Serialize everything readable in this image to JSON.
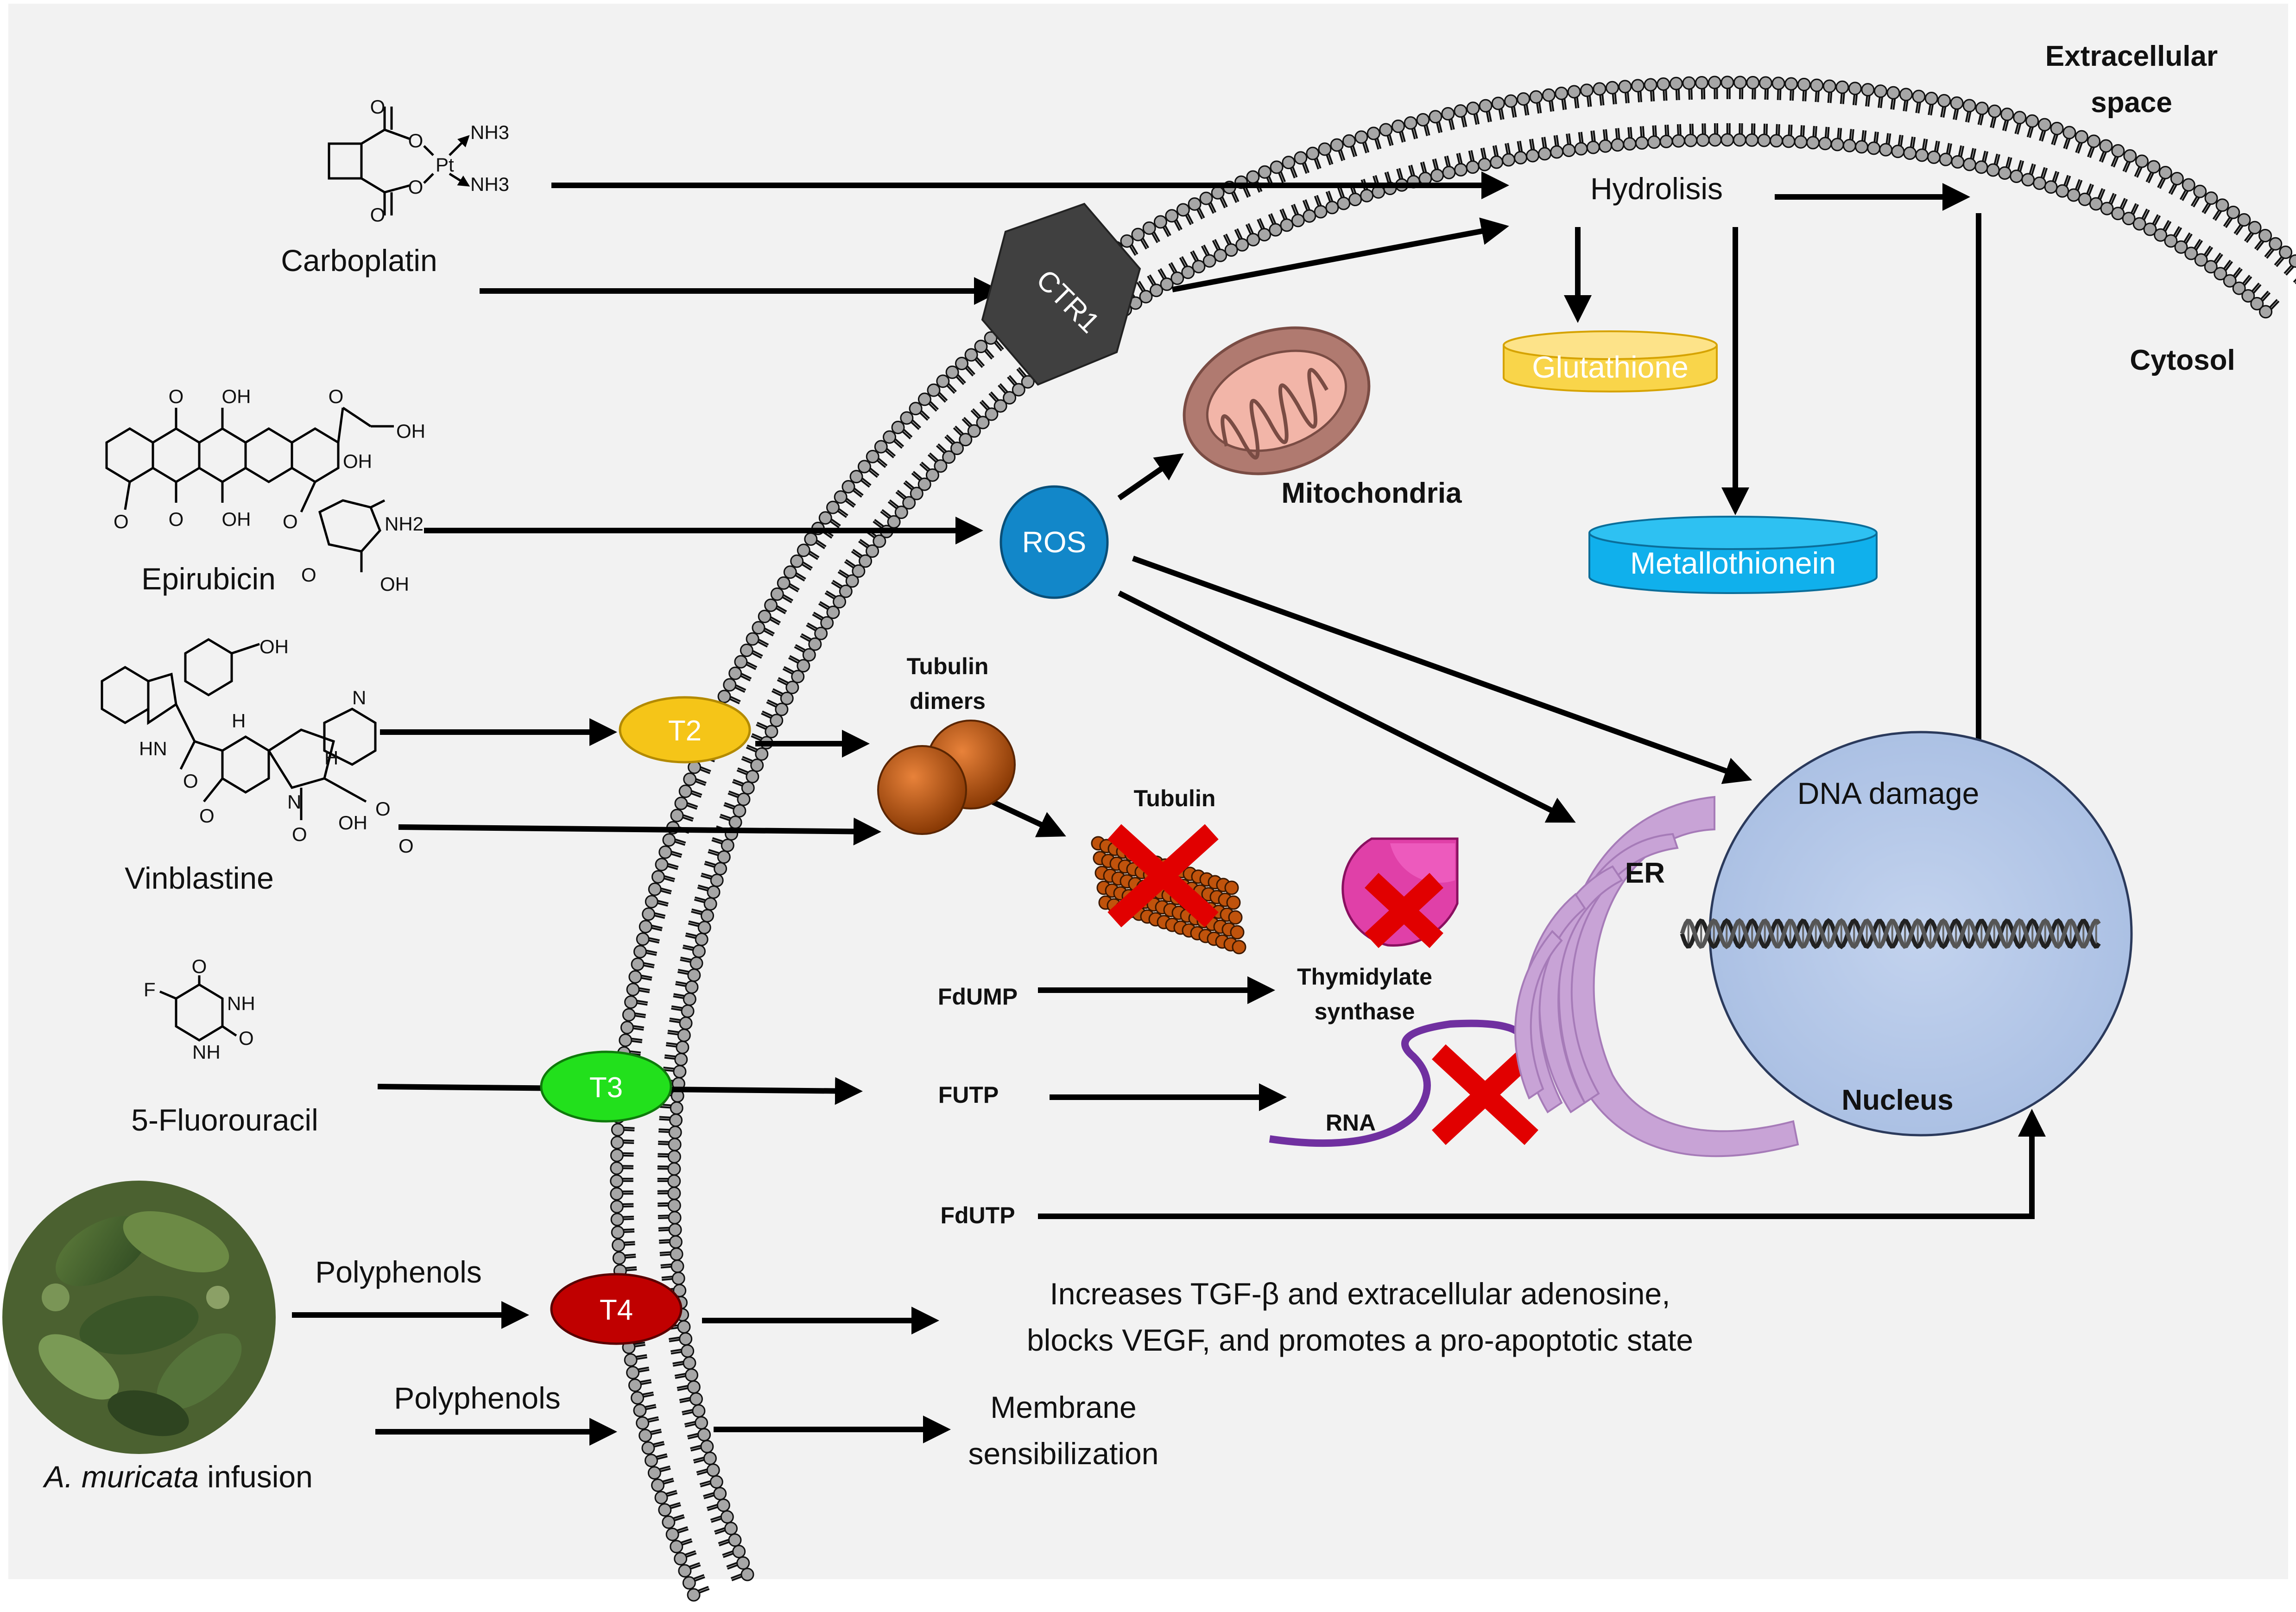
{
  "regions": {
    "extracellular": "Extracellular space",
    "cytosol": "Cytosol"
  },
  "drugs": {
    "carboplatin": "Carboplatin",
    "epirubicin": "Epirubicin",
    "vinblastine": "Vinblastine",
    "fluorouracil": "5-Fluorouracil",
    "infusion_italic": "A. muricata",
    "infusion_rest": " infusion"
  },
  "transporters": {
    "ctr1": "CTR1",
    "t2": "T2",
    "t3": "T3",
    "t4": "T4"
  },
  "nodes": {
    "ros": "ROS",
    "hydrolisis": "Hydrolisis",
    "glutathione": "Glutathione",
    "metallothionein": "Metallothionein",
    "mitochondria": "Mitochondria",
    "tubulin_dimers_1": "Tubulin",
    "tubulin_dimers_2": "dimers",
    "tubulin": "Tubulin",
    "fdump": "FdUMP",
    "futp": "FUTP",
    "fdutp": "FdUTP",
    "ts_1": "Thymidylate",
    "ts_2": "synthase",
    "rna": "RNA",
    "er": "ER",
    "dna_damage": "DNA damage",
    "nucleus": "Nucleus",
    "polyphenols_1": "Polyphenols",
    "polyphenols_2": "Polyphenols",
    "effects_1": "Increases TGF-β and extracellular adenosine,",
    "effects_2": "blocks VEGF, and promotes a pro-apoptotic state",
    "membrane_1": "Membrane",
    "membrane_2": "sensibilization"
  },
  "chem_labels": {
    "nh3_a": "NH3",
    "nh3_b": "NH3",
    "pt": "Pt",
    "o": "O",
    "oh": "OH",
    "nh2": "NH2",
    "nh": "NH",
    "hn": "HN",
    "n": "N",
    "h": "H",
    "f": "F"
  },
  "colors": {
    "background": "#f2f2f2",
    "ctr1": "#404040",
    "ros": "#1287c9",
    "t2": "#f5c518",
    "t3": "#22e01c",
    "t4": "#c00000",
    "glutathione": "#f9d54a",
    "metallothionein": "#10b0ec",
    "mitochondria": "#b07a70",
    "tubulin": "#c0530c",
    "ts": "#e040a8",
    "nucleus": "#b4c7e7",
    "er": "#c8a3d6",
    "rna": "#7030a0",
    "cross": "#e10000",
    "membrane_head": "#a6a6a6"
  },
  "icons": [
    "carboplatin-structure",
    "epirubicin-structure",
    "vinblastine-structure",
    "fluorouracil-structure",
    "plant-photo",
    "dna-helix",
    "mitochondria-organelle",
    "er-organelle",
    "tubulin-dimer",
    "microtubule",
    "thymidylate-synthase-shape",
    "rna-strand",
    "cross-mark"
  ]
}
